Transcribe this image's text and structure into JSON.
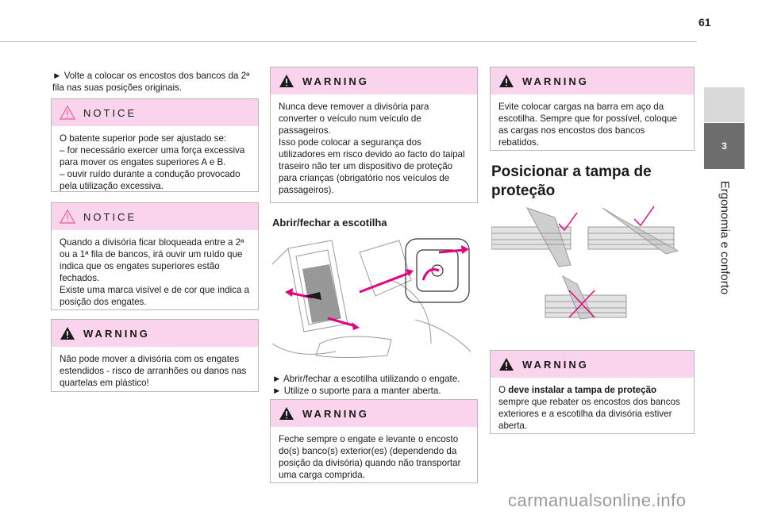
{
  "page_number": "61",
  "side_tab": {
    "chapter": "3",
    "title": "Ergonomia e conforto"
  },
  "col1": {
    "intro": "► Volte a colocar os encostos dos bancos da 2ª fila nas suas posições originais.",
    "notice1": {
      "label": "NOTICE",
      "lines": [
        "O batente superior pode ser ajustado se:",
        "– for necessário exercer uma força excessiva para mover os engates superiores A e B.",
        "– ouvir ruído durante a condução provocado pela utilização excessiva."
      ]
    },
    "notice2": {
      "label": "NOTICE",
      "text": "Quando a divisória ficar bloqueada entre a 2ª ou a 1ª fila de bancos, irá ouvir um ruído que indica que os engates superiores estão fechados.",
      "text2": "Existe uma marca visível e de cor que indica a posição dos engates."
    },
    "warning1": {
      "label": "WARNING",
      "text": "Não pode mover a divisória com os engates estendidos - risco de arranhões ou danos nas quartelas em plástico!"
    }
  },
  "col2": {
    "warning": {
      "label": "WARNING",
      "text": "Nunca deve remover a divisória para converter o veículo num veículo de passageiros.",
      "text2": "Isso pode colocar a segurança dos utilizadores em risco devido ao facto do taipal traseiro não ter um dispositivo de proteção para crianças (obrigatório nos veículos de passageiros)."
    },
    "heading": "Abrir/fechar a escotilha",
    "steps": [
      "► Abrir/fechar a escotilha utilizando o engate.",
      "► Utilize o suporte para a manter aberta."
    ],
    "warning2": {
      "label": "WARNING",
      "text": "Feche sempre o engate e levante o encosto do(s) banco(s) exterior(es) (dependendo da posição da divisória) quando não transportar uma carga comprida."
    }
  },
  "col3": {
    "warning": {
      "label": "WARNING",
      "text": "Evite colocar cargas na barra em aço da escotilha. Sempre que for possível, coloque as cargas nos encostos dos bancos rebatidos."
    },
    "heading_line1": "Posicionar a tampa de",
    "heading_line2": "proteção",
    "warning2": {
      "label": "WARNING",
      "prefix": "O ",
      "bold": "deve instalar a tampa de proteção",
      "suffix": " sempre que rebater os encostos dos bancos exteriores e a escotilha da divisória estiver aberta."
    }
  },
  "watermark": "carmanualsonline.info",
  "colors": {
    "accent_pink": "#fad4ec",
    "tab_grey": "#6d6d6d",
    "arrow_magenta": "#e6007e"
  }
}
